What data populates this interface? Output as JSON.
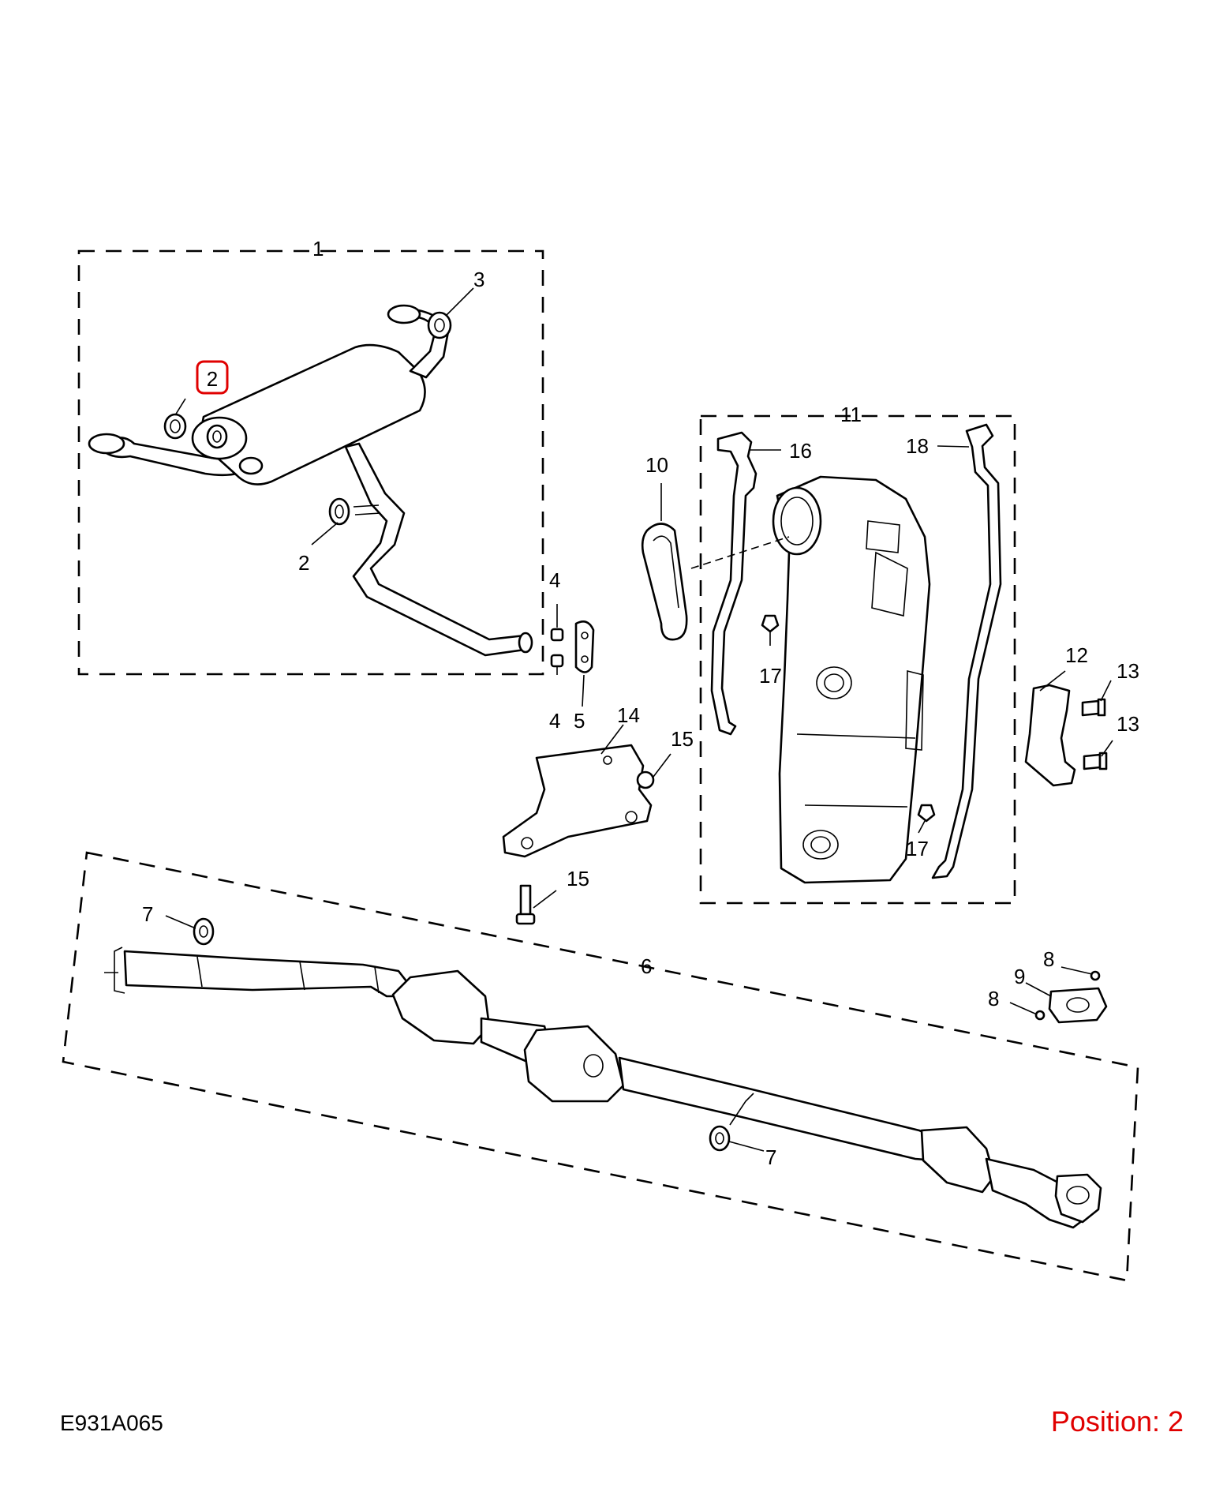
{
  "diagram": {
    "drawing_id": "E931A065",
    "position_text": "Position: 2",
    "highlight_color": "#e00000",
    "callouts": {
      "c1": "1",
      "c2a": "2",
      "c2b": "2",
      "c3": "3",
      "c4a": "4",
      "c4b": "4",
      "c5": "5",
      "c6": "6",
      "c7a": "7",
      "c7b": "7",
      "c8a": "8",
      "c8b": "8",
      "c9": "9",
      "c10": "10",
      "c11": "11",
      "c12": "12",
      "c13a": "13",
      "c13b": "13",
      "c14": "14",
      "c15a": "15",
      "c15b": "15",
      "c16": "16",
      "c17a": "17",
      "c17b": "17",
      "c18": "18"
    }
  }
}
